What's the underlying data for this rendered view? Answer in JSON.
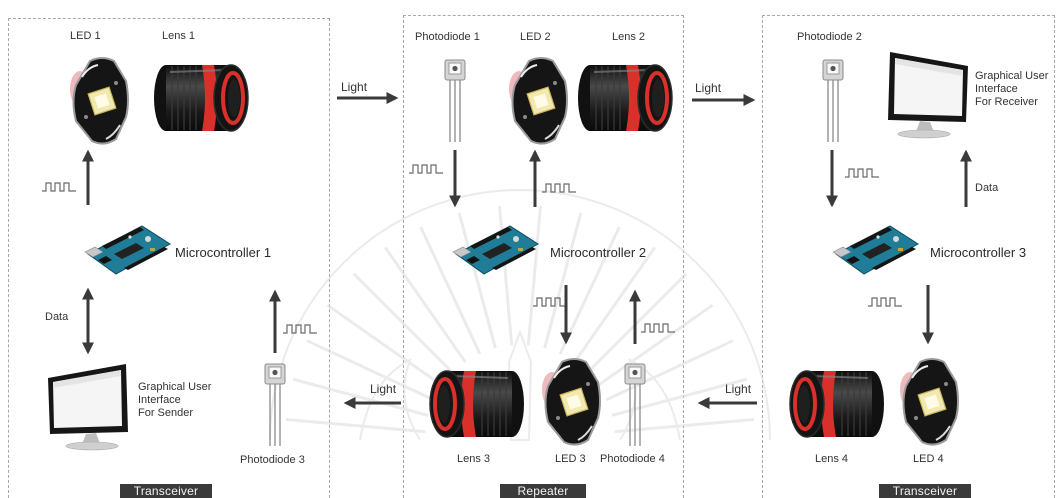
{
  "sender": {
    "tag": "Transceiver",
    "led": "LED 1",
    "lens": "Lens 1",
    "microcontroller": "Microcontroller 1",
    "data": "Data",
    "gui": {
      "line1": "Graphical User",
      "line2": "Interface",
      "line3": "For Sender"
    },
    "photodiode": "Photodiode 3"
  },
  "repeater": {
    "tag": "Repeater",
    "photodiode_top": "Photodiode 1",
    "led_top": "LED 2",
    "lens_top": "Lens 2",
    "microcontroller": "Microcontroller 2",
    "lens_bottom": "Lens 3",
    "led_bottom": "LED 3",
    "photodiode_bottom": "Photodiode 4"
  },
  "receiver": {
    "tag": "Transceiver",
    "photodiode": "Photodiode 2",
    "gui": {
      "line1": "Graphical User",
      "line2": "Interface",
      "line3": "For Receiver"
    },
    "data": "Data",
    "microcontroller": "Microcontroller 3",
    "lens": "Lens 4",
    "led": "LED 4"
  },
  "links": {
    "sender_to_repeater": "Light",
    "repeater_to_sender": "Light",
    "repeater_to_receiver": "Light",
    "receiver_to_repeater": "Light"
  },
  "icons": {
    "led": "led-icon",
    "lens": "lens-icon",
    "photodiode": "photodiode-icon",
    "microcontroller_board": "arduino-board-icon",
    "monitor": "monitor-icon",
    "signal": "square-wave-icon",
    "arrow": "arrow-icon"
  },
  "colors": {
    "lens_band": "#d9302b",
    "board": "#1f7d98",
    "arrow": "#3a3a3a",
    "panel_tag_bg": "#3a3a3a",
    "panel_border": "#a8a8a8",
    "led_chip": "#f2e9b0"
  }
}
